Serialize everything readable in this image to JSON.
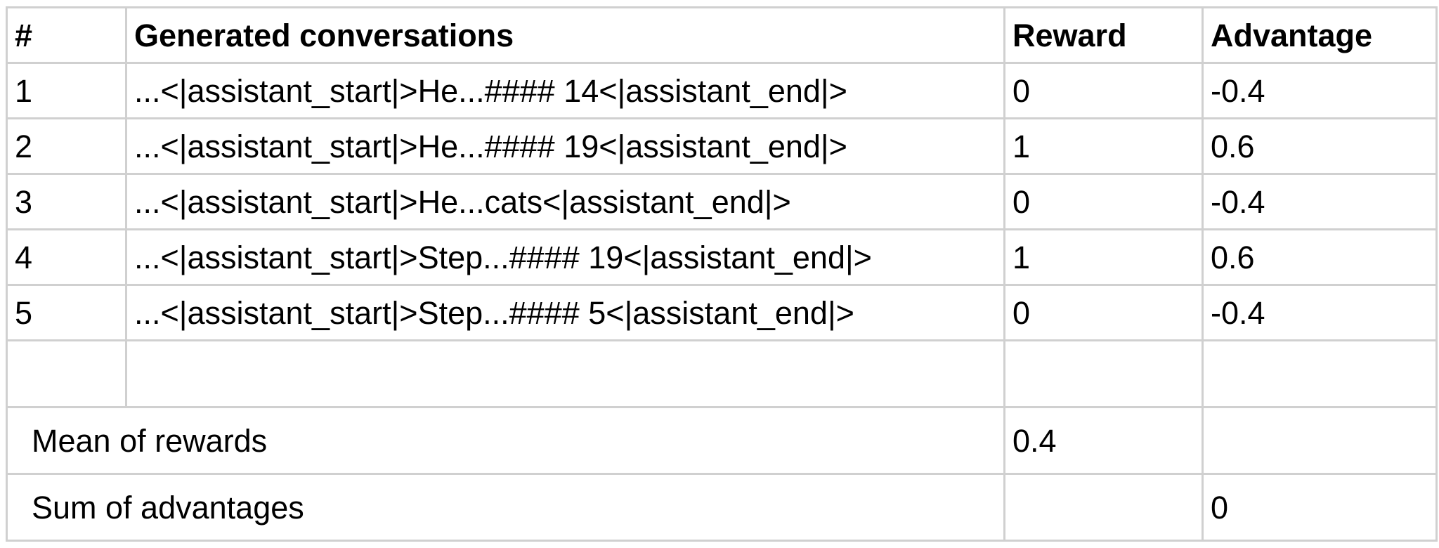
{
  "table": {
    "headers": [
      "#",
      "Generated conversations",
      "Reward",
      "Advantage"
    ],
    "rows": [
      {
        "num": "1",
        "conversation": "...<|assistant_start|>He...#### 14<|assistant_end|>",
        "reward": "0",
        "advantage": "-0.4"
      },
      {
        "num": "2",
        "conversation": "...<|assistant_start|>He...#### 19<|assistant_end|>",
        "reward": "1",
        "advantage": "0.6"
      },
      {
        "num": "3",
        "conversation": "...<|assistant_start|>He...cats<|assistant_end|>",
        "reward": "0",
        "advantage": "-0.4"
      },
      {
        "num": "4",
        "conversation": "...<|assistant_start|>Step...#### 19<|assistant_end|>",
        "reward": "1",
        "advantage": "0.6"
      },
      {
        "num": "5",
        "conversation": "...<|assistant_start|>Step...#### 5<|assistant_end|>",
        "reward": "0",
        "advantage": "-0.4"
      }
    ],
    "summary": {
      "mean_label": "Mean of rewards",
      "mean_value": "0.4",
      "sum_label": "Sum of advantages",
      "sum_value": "0"
    }
  }
}
